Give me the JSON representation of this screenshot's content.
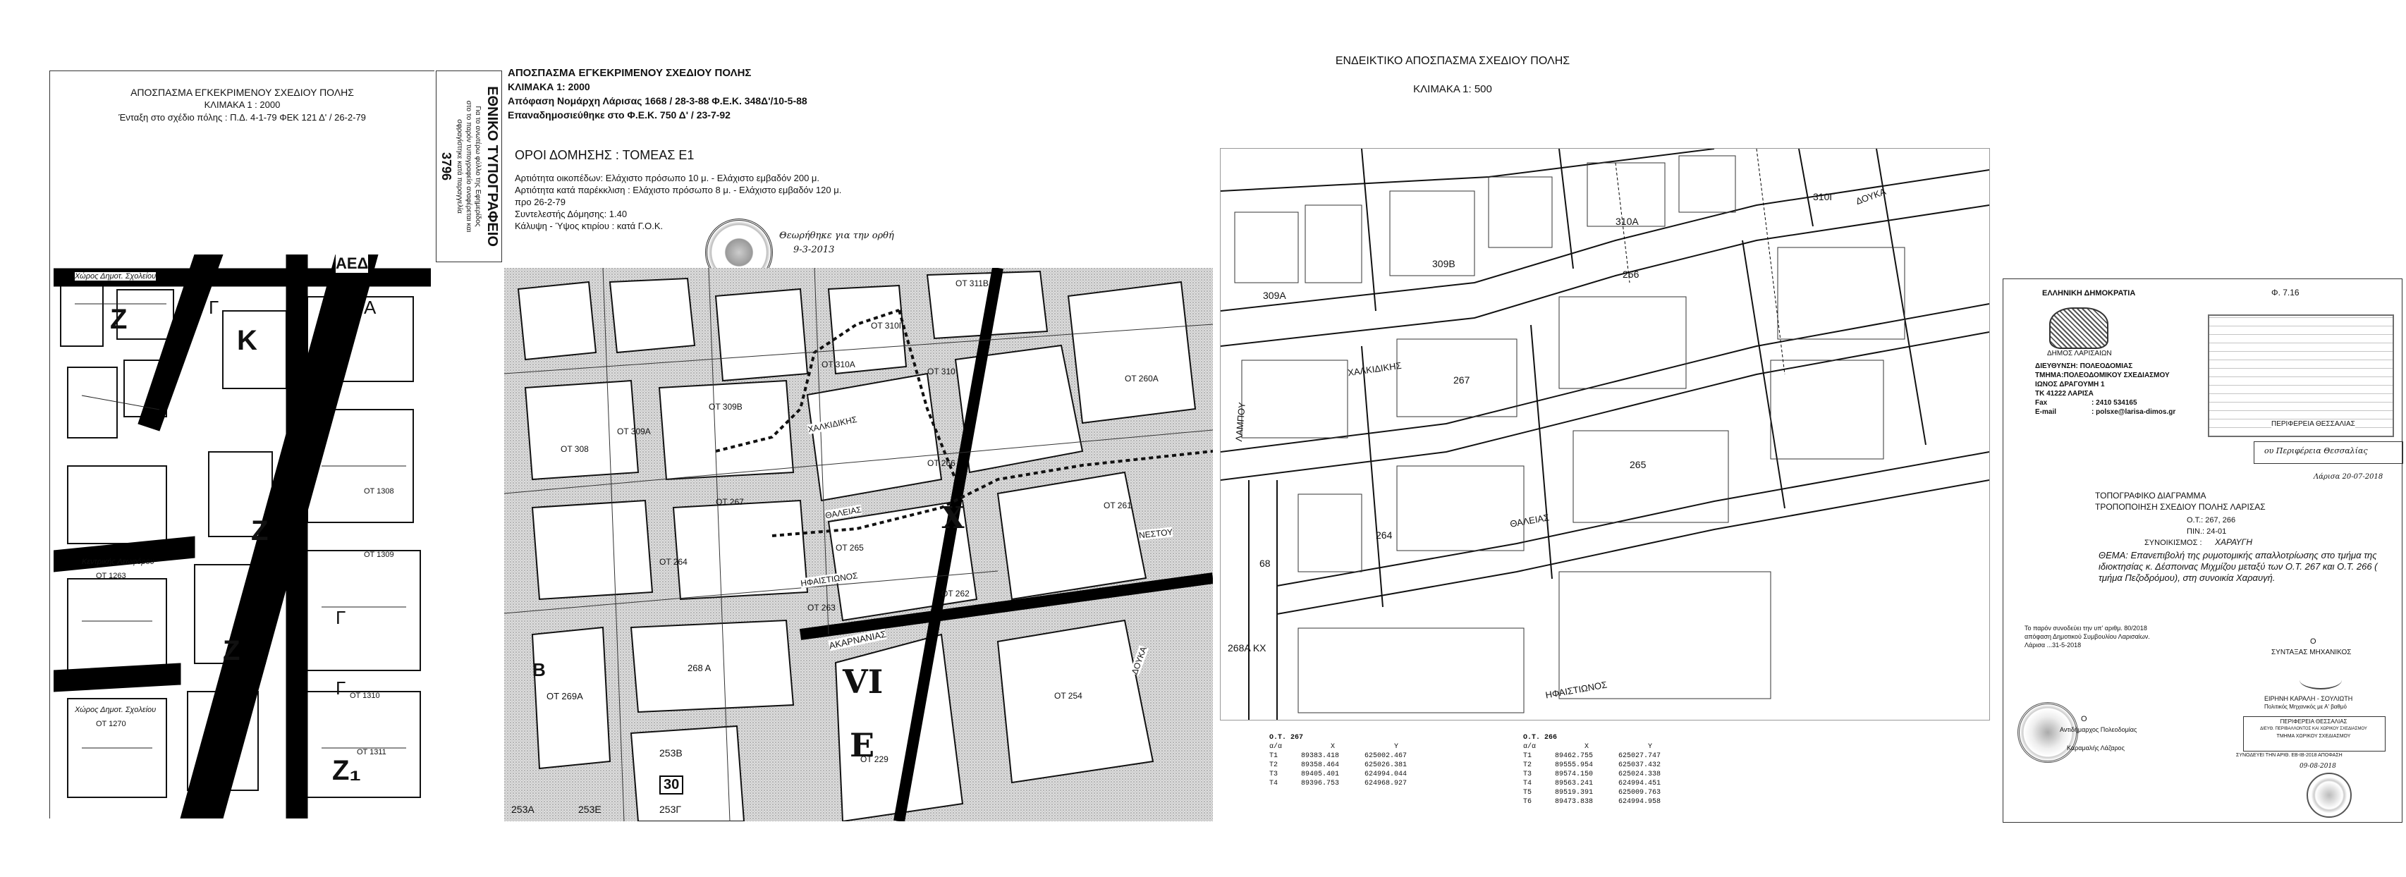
{
  "panel1": {
    "title": "ΑΠΟΣΠΑΣΜΑ ΕΓΚΕΚΡΙΜΕΝΟΥ ΣΧΕΔΙΟΥ ΠΟΛΗΣ",
    "scale": "ΚΛΙΜΑΚΑ 1 : 2000",
    "inclusion": "Ένταξη στο σχέδιο πόλης : Π.Δ. 4-1-79 ΦΕΚ 121 Δ' / 26-2-79",
    "map_labels": {
      "aed": "ΑΕΔ",
      "z1": "Z",
      "k": "K",
      "z2": "Z",
      "z3": "Z",
      "z4": "Z₁",
      "g1": "Γ",
      "g2": "Γ",
      "g3": "Γ",
      "a1": "A",
      "ot1308": "ΟΤ 1308",
      "ot1309": "ΟΤ 1309",
      "ot1310": "ΟΤ 1310",
      "ot1311": "ΟΤ 1311",
      "ot1263": "ΟΤ 1263",
      "ot1270": "ΟΤ 1270",
      "xoros_a": "Χώρος Δημοτ. Σχολείου",
      "xoros_b": "Κεντρικής Λεωφόρου",
      "xoros_c": "Χώρος Δημοτ. Σχολείου"
    }
  },
  "stamp": {
    "title": "ΕΘΝΙΚΟ ΤΥΠΟΓΡΑΦΕΙΟ",
    "line1": "Για το ανωτέρω φύλλο της Εφημερίδος",
    "line2": "στο το παρόν τυπογραφείο αναφέρεται και",
    "line3": "σφραγίστηκε κατά παραγγελία",
    "number": "3796"
  },
  "panel2": {
    "title": "ΑΠΟΣΠΑΣΜΑ ΕΓΚΕΚΡΙΜΕΝΟΥ ΣΧΕΔΙΟΥ ΠΟΛΗΣ",
    "scale": "ΚΛΙΜΑΚΑ 1: 2000",
    "decision": "Απόφαση Νομάρχη Λάρισας 1668 / 28-3-88  Φ.Ε.Κ. 348Δ'/10-5-88",
    "republication": "Επαναδημοσιεύθηκε στο Φ.Ε.Κ. 750 Δ' / 23-7-92",
    "terms_title": "ΟΡΟΙ ΔΟΜΗΣΗΣ : ΤΟΜΕΑΣ Ε1",
    "term1": "Αρτιότητα οικοπέδων: Ελάχιστο πρόσωπο  10 μ.  -  Ελάχιστο εμβαδόν  200 μ.",
    "term2": "Αρτιότητα κατά παρέκκλιση : Ελάχιστο πρόσωπο  8 μ.  - Ελάχιστο εμβαδόν  120 μ.",
    "term3": "προ 26-2-79",
    "term4": "Συντελεστής Δόμησης: 1.40",
    "term5": "Κάλυψη - Ύψος κτιρίου : κατά Γ.Ο.Κ.",
    "handwritten": "Θεωρήθηκε για την ορθή",
    "handwritten_date": "9-3-2013",
    "map_labels": {
      "ot311b": "ΟΤ 311Β",
      "ot310g": "ΟΤ 310Γ",
      "ot310a": "ΟΤ 310Α",
      "ot310": "ΟΤ 310",
      "ot309b": "ΟΤ 309Β",
      "ot308": "ΟΤ 308",
      "ot309a": "ΟΤ 309Α",
      "ot267": "ΟΤ 267",
      "ot266": "ΟΤ 266",
      "ot265": "ΟΤ 265",
      "ot264": "ΟΤ 264",
      "ot263": "ΟΤ 263",
      "ot262": "ΟΤ 262",
      "ot261": "ΟΤ 261",
      "ot260a": "ΟΤ 260Α",
      "ot269a": "ΟΤ 269Α",
      "ot268a": "268 Α",
      "ot254": "ΟΤ 254",
      "ot229": "ΟΤ 229",
      "ot253b": "253Β",
      "ot253g": "253Γ",
      "ot253a": "253Α",
      "ot253e": "253Ε",
      "num30": "30",
      "x": "Χ",
      "vi": "VI",
      "e": "Ε",
      "b": "Β",
      "street1": "ΧΑΛΚΙΔΙΚΗΣ",
      "street2": "ΘΑΛΕΙΑΣ",
      "street3": "ΗΦΑΙΣΤΙΩΝΟΣ",
      "street4": "ΑΚΑΡΝΑΝΙΑΣ",
      "street5": "ΝΕΣΤΟΥ",
      "street6": "ΔΟΥΚΑ"
    }
  },
  "panel3": {
    "title": "ΕΝΔΕΙΚΤΙΚΟ ΑΠΟΣΠΑΣΜΑ ΣΧΕΔΙΟΥ ΠΟΛΗΣ",
    "scale": "ΚΛΙΜΑΚΑ    1: 500",
    "map_labels": {
      "b309b": "309Β",
      "b310a": "310Α",
      "b310g": "310Γ",
      "b309a": "309Α",
      "b266": "266",
      "b267": "267",
      "b265": "265",
      "b264": "264",
      "b268a": "268Α ΚΧ",
      "b68": "68",
      "street1": "ΧΑΛΚΙΔΙΚΗΣ",
      "street2": "ΘΑΛΕΙΑΣ",
      "street3": "ΗΦΑΙΣΤΙΩΝΟΣ",
      "street4": "ΛΑΜΠΟΥ",
      "street5": "ΔΟΥΚΑ"
    },
    "coords_a": {
      "title": "Ο.Τ. 267",
      "headers": [
        "α/α",
        "X",
        "Y"
      ],
      "rows": [
        [
          "T1",
          "89383.418",
          "625002.467"
        ],
        [
          "T2",
          "89358.464",
          "625026.381"
        ],
        [
          "T3",
          "89405.401",
          "624994.044"
        ],
        [
          "T4",
          "89396.753",
          "624968.927"
        ]
      ]
    },
    "coords_b": {
      "title": "Ο.Τ. 266",
      "headers": [
        "α/α",
        "X",
        "Y"
      ],
      "rows": [
        [
          "T1",
          "89462.755",
          "625027.747"
        ],
        [
          "T2",
          "89555.954",
          "625037.432"
        ],
        [
          "T3",
          "89574.150",
          "625024.338"
        ],
        [
          "T4",
          "89563.241",
          "624994.451"
        ],
        [
          "T5",
          "89519.391",
          "625009.763"
        ],
        [
          "T6",
          "89473.838",
          "624994.958"
        ]
      ]
    }
  },
  "panel4": {
    "republic": "ΕΛΛΗΝΙΚΗ ΔΗΜΟΚΡΑΤΙΑ",
    "phi": "Φ. 7.16",
    "municipality": "ΔΗΜΟΣ ΛΑΡΙΣΑΙΩΝ",
    "dept1": "ΔΙΕΥΘΥΝΣΗ: ΠΟΛΕΟΔΟΜΙΑΣ",
    "dept2": "ΤΜΗΜΑ:ΠΟΛΕΟΔΟΜΙΚΟΥ ΣΧΕΔΙΑΣΜΟΥ",
    "address": "ΙΩΝΟΣ ΔΡΑΓΟΥΜΗ 1",
    "postal": "ΤΚ 41222  ΛΑΡΙΣΑ",
    "fax_label": "Fax",
    "fax_value": ": 2410 534165",
    "email_label": "E-mail",
    "email_value": ": polsxe@larisa-dimos.gr",
    "stamp_title": "ΠΕΡΙΦΕΡΕΙΑ ΘΕΣΣΑΛΙΑΣ",
    "stamp_handwritten": "ου Περιφέρεια Θεσσαλίας",
    "stamp_date": "Λάρισα 20-07-2018",
    "doc_title1": "ΤΟΠΟΓΡΑΦΙΚΟ ΔΙΑΓΡΑΜΜΑ",
    "doc_title2": "ΤΡΟΠΟΠΟΙΗΣΗ ΣΧΕΔΙΟΥ ΠΟΛΗΣ ΛΑΡΙΣΑΣ",
    "ot_line": "Ο.Τ.:  267, 266",
    "pin_line": "ΠΙΝ.:  24-01",
    "sinoikismos_label": "ΣΥΝΟΙΚΙΣΜΟΣ :",
    "sinoikismos_value": "ΧΑΡΑΥΓΗ",
    "thema": "ΘΕΜΑ: Επανεπιβολή της ρυμοτομικής απαλλοτρίωσης στο τμήμα της ιδιοκτησίας κ. Δέσποινας Μιχμίζου μεταξύ των Ο.Τ. 267 και Ο.Τ. 266 ( τμήμα Πεζοδρόμου), στη συνοικία Χαραυγή.",
    "attach": "Το παρόν συνοδεύει την υπ' αριθμ. 80/2018",
    "attach2": "απόφαση Δημοτικού Συμβουλίου Λαρισαίων.",
    "attach3": "Λάρισα  ...31-5-2018",
    "o_label": "Ο",
    "engineer": "ΣΥΝΤΑΞΑΣ ΜΗΧΑΝΙΚΟΣ",
    "engineer_name": "ΕΙΡΗΝΗ ΚΑΡΑΛΗ - ΣΟΥΛΙΩΤΗ",
    "engineer_role": "Πολιτικός Μηχανικός με Α' βαθμό",
    "o_label2": "Ο",
    "mayor_role": "Αντιδήμαρχος Πολεοδομίας",
    "mayor_name": "Καραμαλής Λάζαρος",
    "region_box1": "ΠΕΡΙΦΕΡΕΙΑ ΘΕΣΣΑΛΙΑΣ",
    "region_box2": "ΔΙΕΥΘ. ΠΕΡΙΒΑΛΛΟΝΤΟΣ ΚΑΙ ΧΩΡΙΚΟΥ ΣΧΕΔΙΑΣΜΟΥ",
    "region_box3": "ΤΜΗΜΑ ΧΩΡΙΚΟΥ ΣΧΕΔΙΑΣΜΟΥ",
    "region_line": "ΣΥΝΟΔΕΥΕΙ ΤΗΝ ΑΡΙΘ. ΕΒ-ΙΒ-2018 ΑΠΟΦΑΣΗ",
    "region_date": "09-08-2018"
  }
}
